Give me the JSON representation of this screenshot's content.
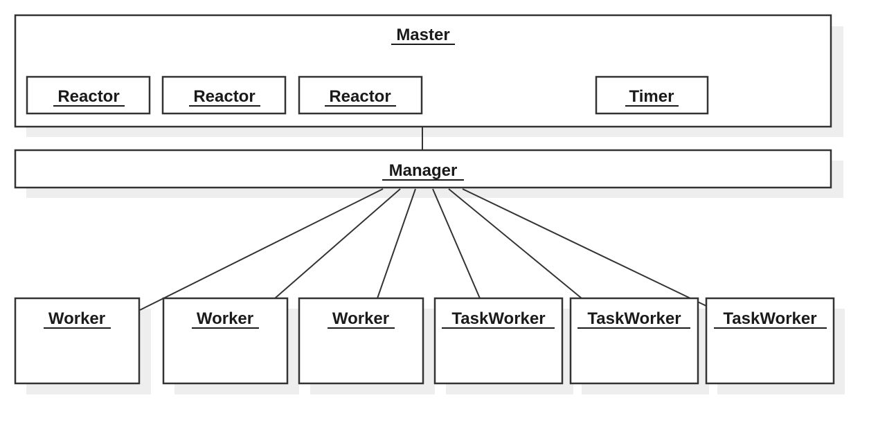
{
  "master": {
    "label": "Master"
  },
  "reactors": [
    {
      "label": "Reactor"
    },
    {
      "label": "Reactor"
    },
    {
      "label": "Reactor"
    }
  ],
  "timer": {
    "label": "Timer"
  },
  "manager": {
    "label": "Manager"
  },
  "workers": [
    {
      "label": "Worker"
    },
    {
      "label": "Worker"
    },
    {
      "label": "Worker"
    }
  ],
  "task_workers": [
    {
      "label": "TaskWorker"
    },
    {
      "label": "TaskWorker"
    },
    {
      "label": "TaskWorker"
    }
  ]
}
